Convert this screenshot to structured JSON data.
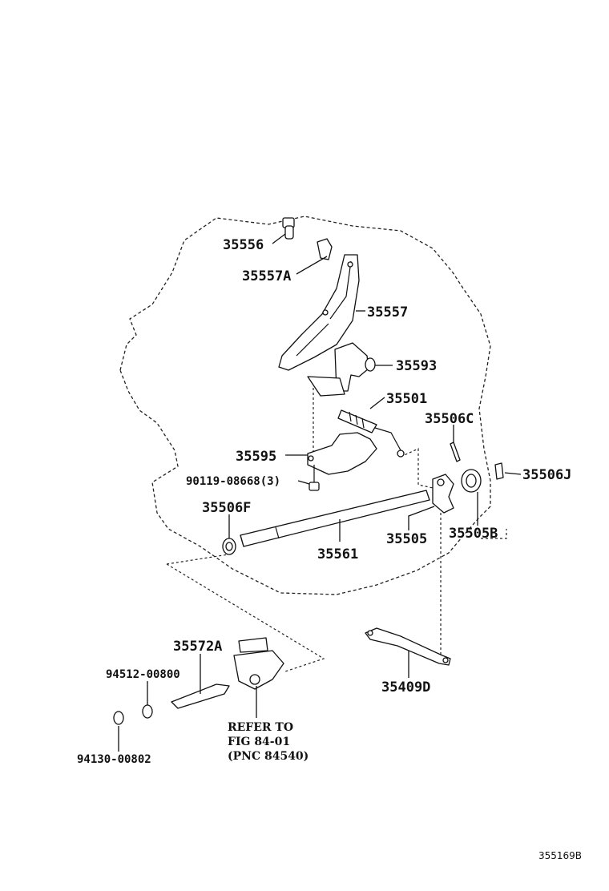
{
  "diagram": {
    "labels": {
      "p35556": "35556",
      "p35557A": "35557A",
      "p35557": "35557",
      "p35593": "35593",
      "p35501": "35501",
      "p35506C": "35506C",
      "p35595": "35595",
      "p35506J": "35506J",
      "p90119": "90119-08668(3)",
      "p35506F": "35506F",
      "p35505": "35505",
      "p35505B": "35505B",
      "p35561": "35561",
      "p35572A": "35572A",
      "p94512": "94512-00800",
      "p35409D": "35409D",
      "p94130": "94130-00802"
    },
    "refer_note": [
      "REFER TO",
      "FIG 84-01",
      "(PNC 84540)"
    ],
    "figure_code": "355169B"
  }
}
